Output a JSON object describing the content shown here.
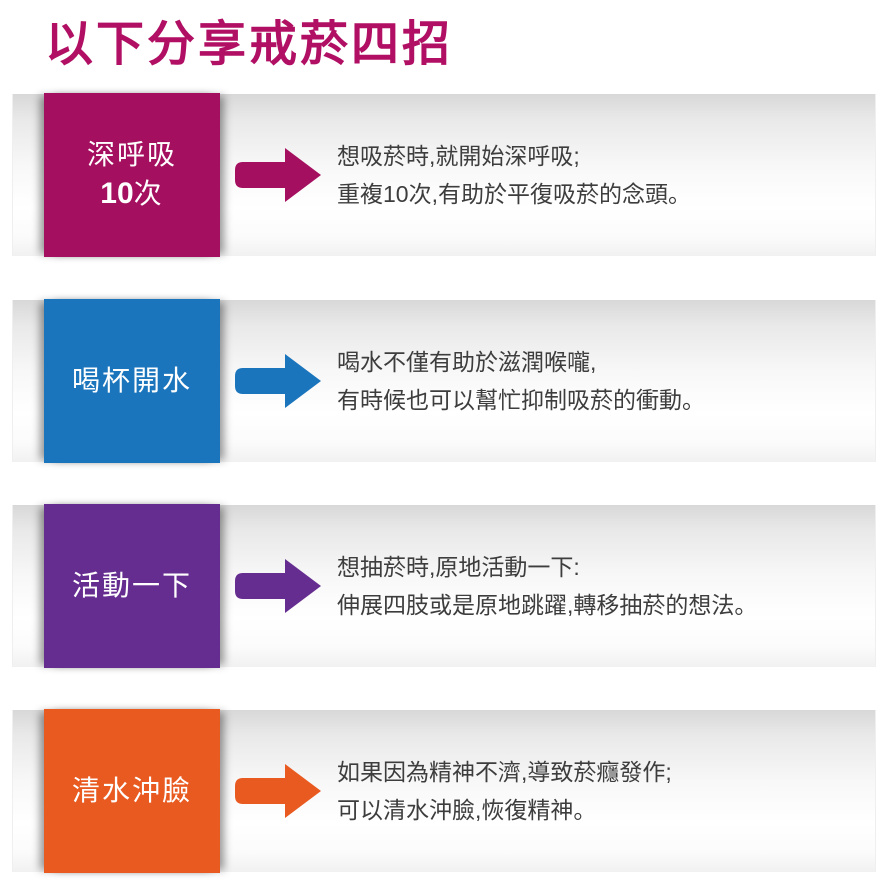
{
  "title": {
    "text": "以下分享戒菸四招",
    "color": "#B00F64"
  },
  "rows": [
    {
      "name": "deep-breathing",
      "color": "#A50F5F",
      "label_line1": "深呼吸",
      "label_line2_number": "10",
      "label_line2_unit": "次",
      "desc_line1": "想吸菸時,就開始深呼吸;",
      "desc_line2": "重複10次,有助於平復吸菸的念頭。"
    },
    {
      "name": "drink-water",
      "color": "#1B75BC",
      "label_line1": "喝杯開水",
      "desc_line1": "喝水不僅有助於滋潤喉嚨,",
      "desc_line2": "有時候也可以幫忙抑制吸菸的衝動。"
    },
    {
      "name": "move-around",
      "color": "#662D91",
      "label_line1": "活動一下",
      "desc_line1": "想抽菸時,原地活動一下:",
      "desc_line2": "伸展四肢或是原地跳躍,轉移抽菸的想法。"
    },
    {
      "name": "rinse-face",
      "color": "#E95A20",
      "label_line1": "清水沖臉",
      "desc_line1": "如果因為精神不濟,導致菸癮發作;",
      "desc_line2": "可以清水沖臉,恢復精神。"
    }
  ]
}
